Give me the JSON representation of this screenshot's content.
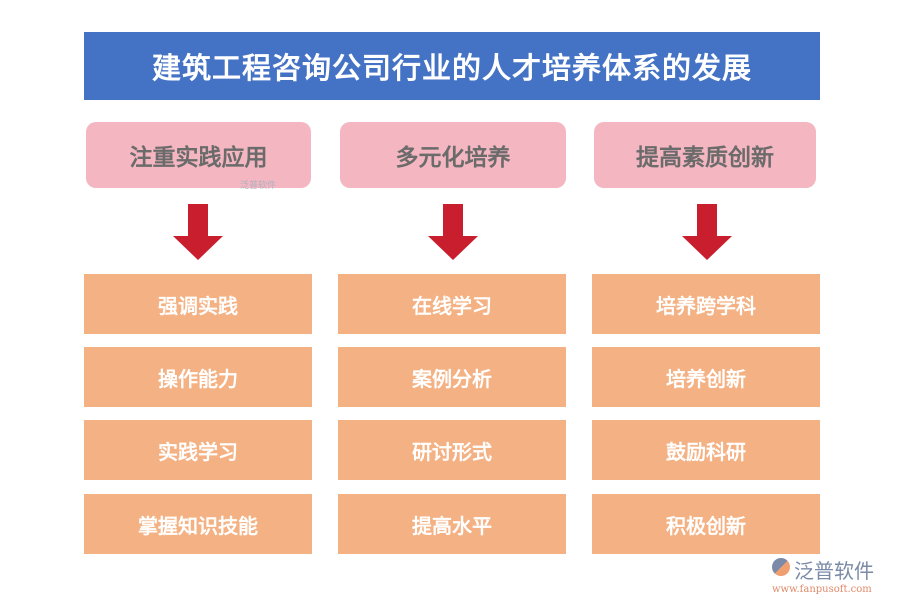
{
  "title": "建筑工程咨询公司行业的人才培养体系的发展",
  "colors": {
    "title_bg": "#4472c4",
    "header_bg": "#f4b6c0",
    "arrow": "#c81e2e",
    "box_bg": "#f4b183"
  },
  "columns": [
    {
      "header": "注重实践应用",
      "items": [
        "强调实践",
        "操作能力",
        "实践学习",
        "掌握知识技能"
      ]
    },
    {
      "header": "多元化培养",
      "items": [
        "在线学习",
        "案例分析",
        "研讨形式",
        "提高水平"
      ]
    },
    {
      "header": "提高素质创新",
      "items": [
        "培养跨学科",
        "培养创新",
        "鼓励科研",
        "积极创新"
      ]
    }
  ],
  "watermark": {
    "name": "泛普软件",
    "url": "www.fanpusoft.com"
  }
}
